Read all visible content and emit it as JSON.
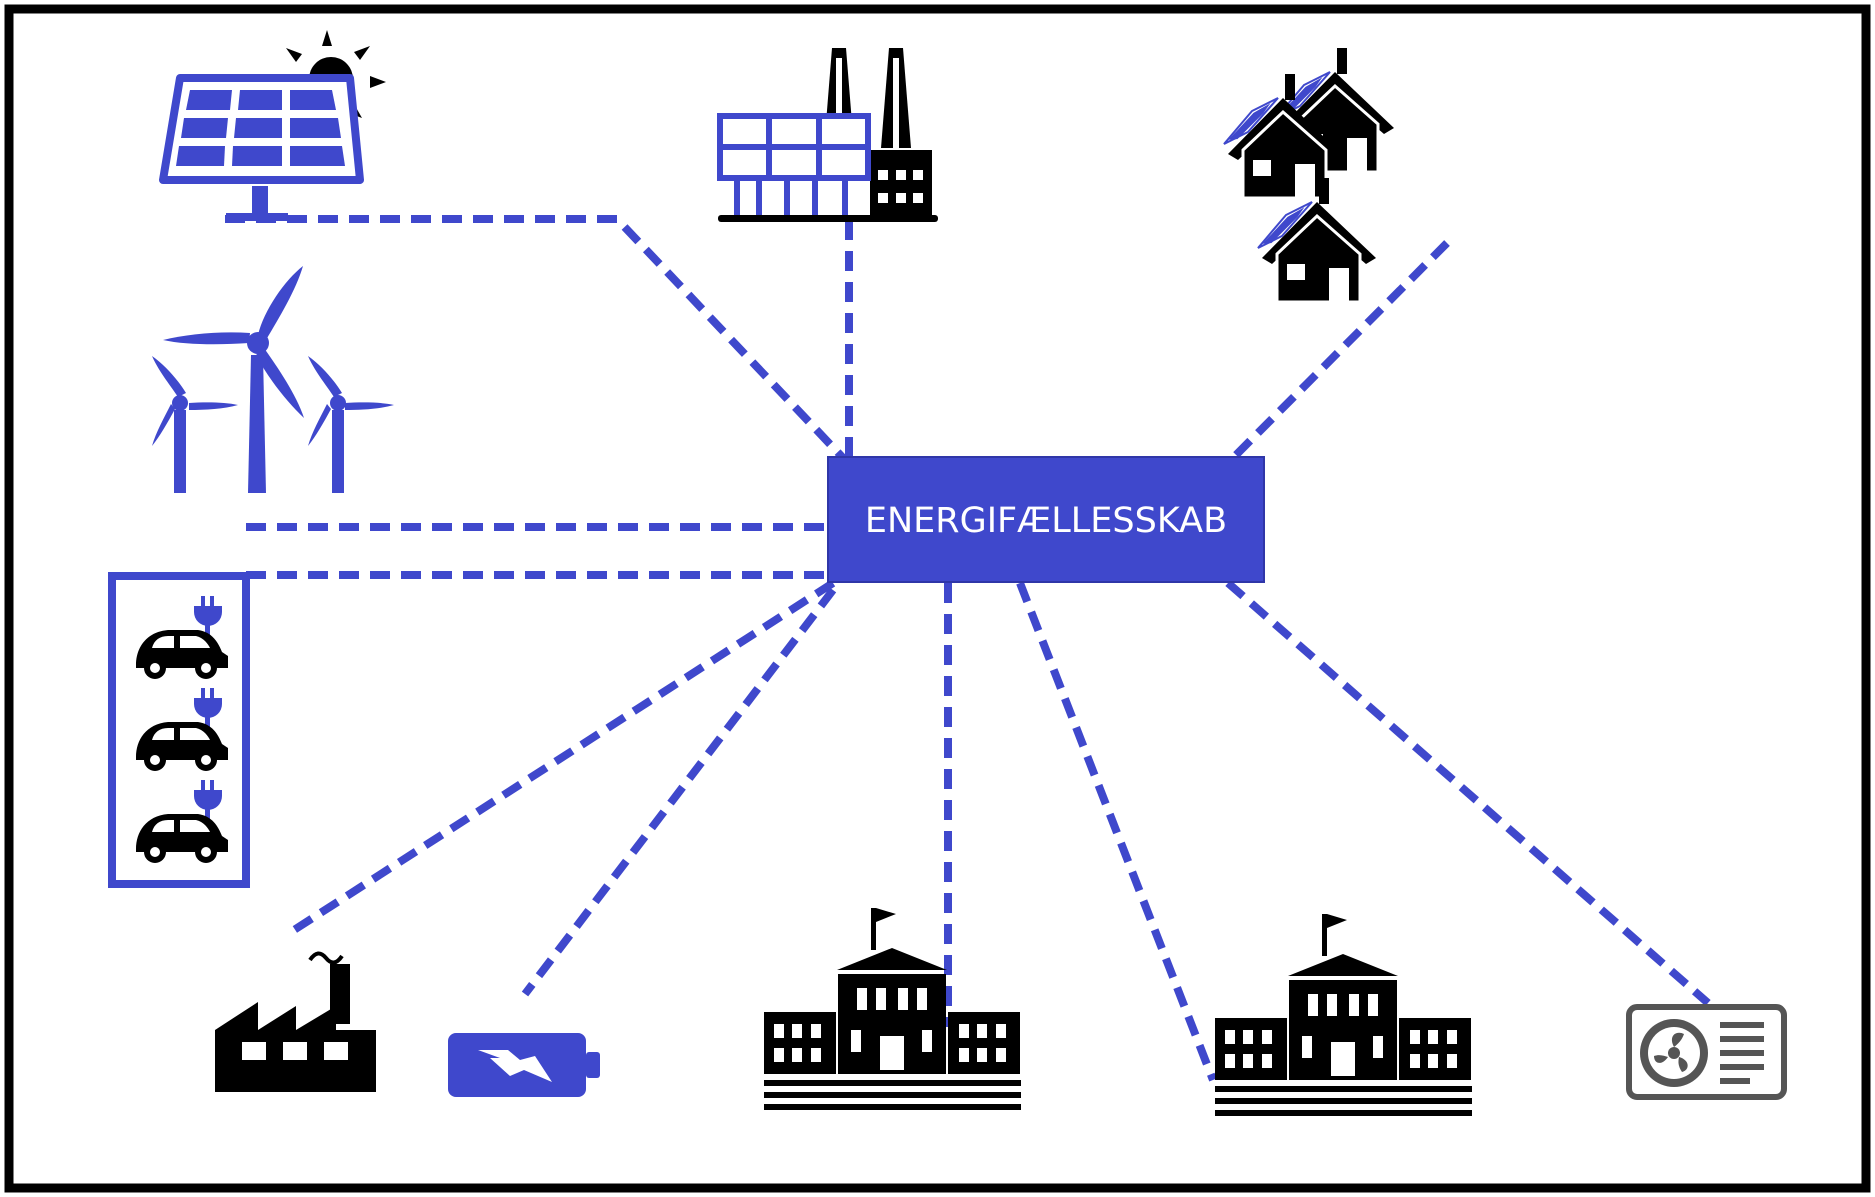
{
  "diagram": {
    "hub": {
      "label": "ENERGIFÆLLESSKAB"
    },
    "colors": {
      "accent": "#3f48cc",
      "icon": "#000000",
      "frame": "#000000",
      "background": "#ffffff",
      "gray": "#555555",
      "hub_text": "#ffffff"
    },
    "nodes": [
      {
        "id": "solar-panel",
        "icon": "solar-panel-icon"
      },
      {
        "id": "wind-turbines",
        "icon": "wind-turbine-icon"
      },
      {
        "id": "ev-charging",
        "icon": "ev-charging-icon"
      },
      {
        "id": "factory",
        "icon": "factory-icon"
      },
      {
        "id": "battery",
        "icon": "battery-icon"
      },
      {
        "id": "school-1",
        "icon": "public-building-icon"
      },
      {
        "id": "school-2",
        "icon": "public-building-icon"
      },
      {
        "id": "heat-pump",
        "icon": "heat-pump-icon"
      },
      {
        "id": "solar-houses",
        "icon": "house-solar-icon"
      },
      {
        "id": "solar-factory",
        "icon": "solar-factory-icon"
      }
    ]
  }
}
